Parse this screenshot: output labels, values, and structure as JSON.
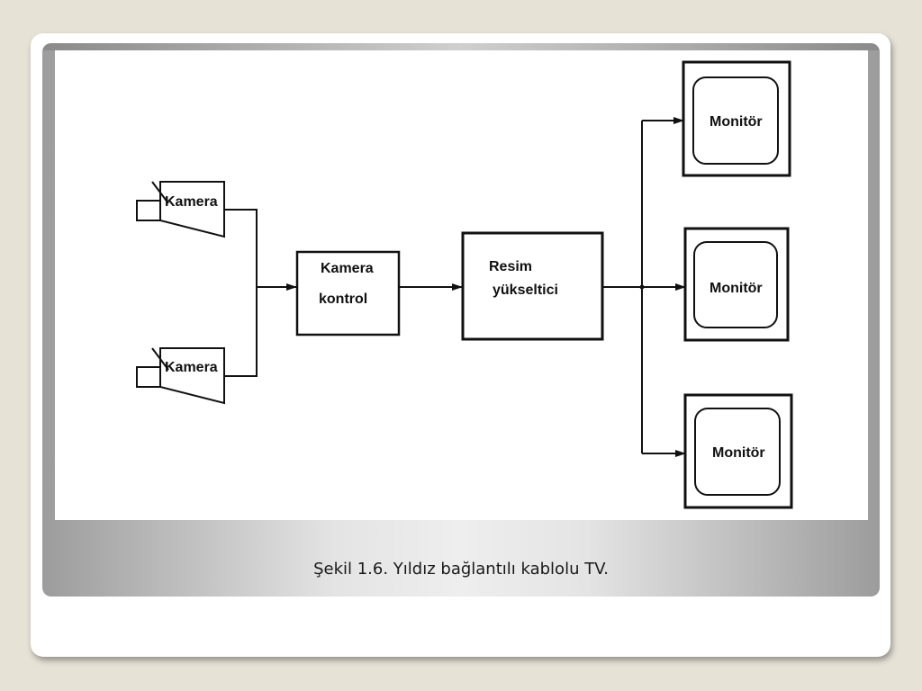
{
  "diagram": {
    "camera_label": "Kamera",
    "control_line1": "Kamera",
    "control_line2": "kontrol",
    "amplifier_line1": "Resim",
    "amplifier_line2": "yükseltici",
    "monitor_label": "Monitör"
  },
  "caption": "Şekil 1.6. Yıldız bağlantılı kablolu TV."
}
